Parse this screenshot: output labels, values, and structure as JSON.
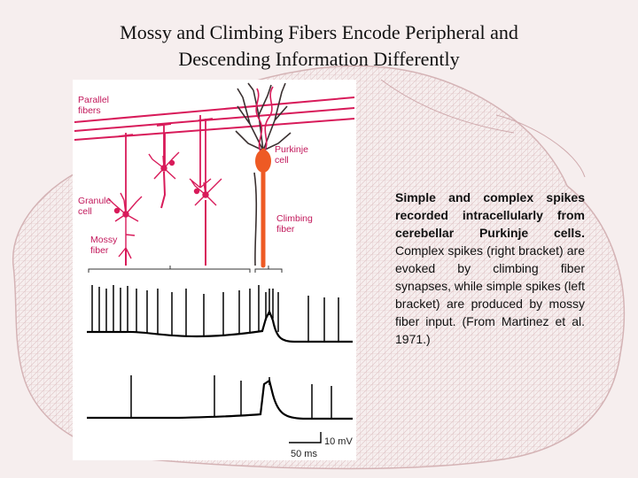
{
  "slide": {
    "title_line1": "Mossy and Climbing Fibers Encode Peripheral and",
    "title_line2": "Descending Information Differently"
  },
  "figure": {
    "labels": {
      "parallel_1": "Parallel",
      "parallel_2": "fibers",
      "purkinje_1": "Purkinje",
      "purkinje_2": "cell",
      "granule_1": "Granule",
      "granule_2": "cell",
      "mossy_1": "Mossy",
      "mossy_2": "fiber",
      "climbing_1": "Climbing",
      "climbing_2": "fiber"
    },
    "scale": {
      "voltage": "10 mV",
      "time": "50 ms"
    }
  },
  "caption": {
    "lead": "Simple and complex spikes recorded intracellularly from cerebellar Purkinje cells.",
    "body": "Complex spikes (right bracket) are evoked by climbing fiber synapses, while simple spikes (left bracket) are produced by mossy fiber input. (From Martinez et al. 1971.)"
  },
  "colors": {
    "fiber_magenta": "#d81b5a",
    "climbing_orange": "#ee5a24",
    "purkinje_dark": "#3a3030",
    "trace_black": "#000000"
  }
}
